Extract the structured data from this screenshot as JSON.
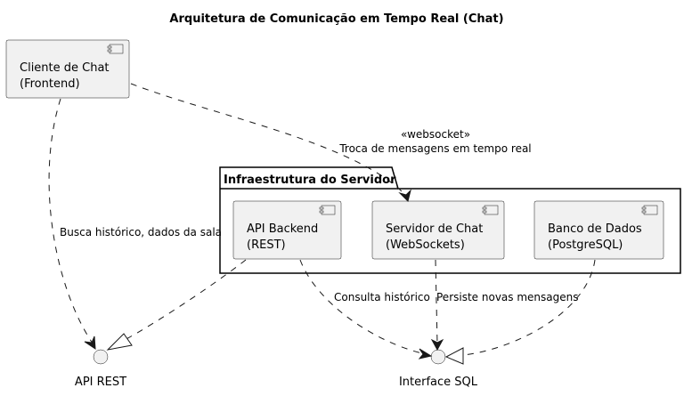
{
  "diagram": {
    "title": "Arquitetura de Comunicação em Tempo Real (Chat)",
    "package": {
      "label": "Infraestrutura do Servidor"
    },
    "components": {
      "client": {
        "line1": "Cliente de Chat",
        "line2": "(Frontend)"
      },
      "api_backend": {
        "line1": "API Backend",
        "line2": "(REST)"
      },
      "chat_server": {
        "line1": "Servidor de Chat",
        "line2": "(WebSockets)"
      },
      "database": {
        "line1": "Banco de Dados",
        "line2": "(PostgreSQL)"
      }
    },
    "interfaces": {
      "api_rest": {
        "label": "API REST"
      },
      "sql": {
        "label": "Interface SQL"
      }
    },
    "edges": {
      "client_to_chat": {
        "stereotype": "«websocket»",
        "label": "Troca de mensagens em tempo real"
      },
      "client_to_api_rest": {
        "label": "Busca histórico, dados da sala"
      },
      "api_backend_to_sql": {
        "label": "Consulta histórico"
      },
      "chat_server_to_sql": {
        "label": "Persiste novas mensagens"
      }
    }
  }
}
